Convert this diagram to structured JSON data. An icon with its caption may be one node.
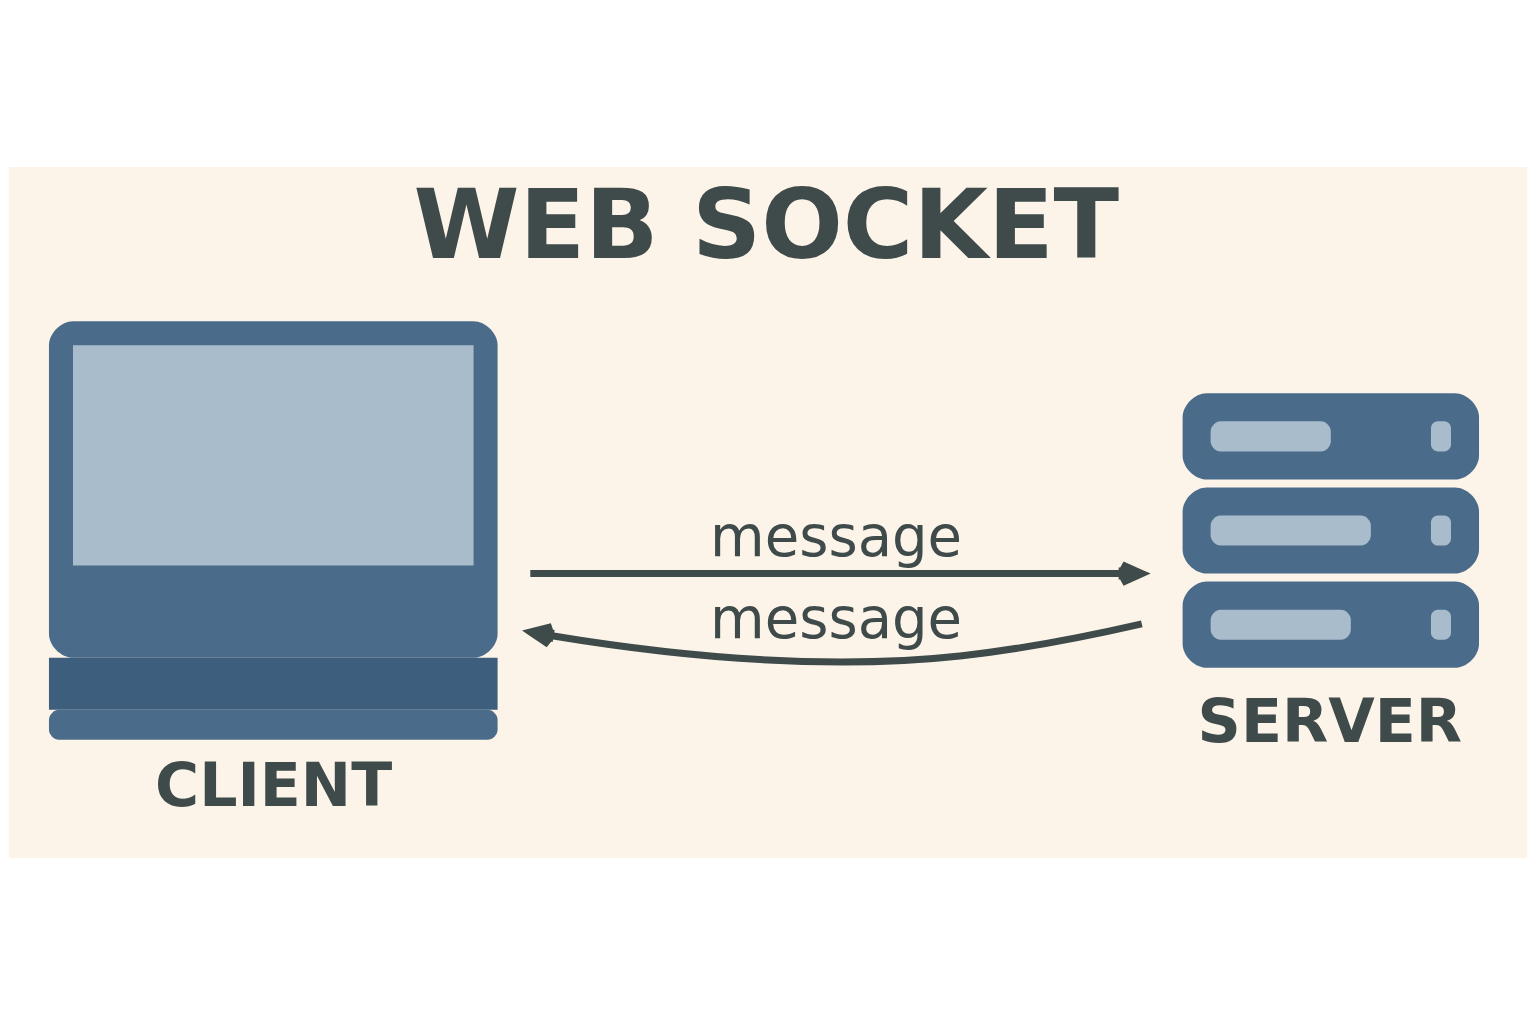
{
  "diagram": {
    "title": "WEB SOCKET",
    "nodes": [
      {
        "text": [
          "CLIENT"
        ]
      },
      {
        "text": [
          "SERVER"
        ]
      }
    ],
    "edges": [
      {
        "from": 0,
        "to": 1,
        "arrow": "to",
        "label": "message"
      },
      {
        "from": 1,
        "to": 0,
        "arrow": "to",
        "label": "message"
      }
    ]
  }
}
